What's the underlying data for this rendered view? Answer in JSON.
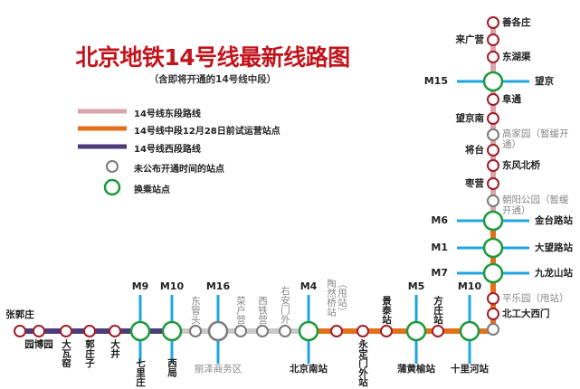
{
  "title": "北京地铁14号线最新线路图",
  "subtitle": "（含即将开通的14号线中段）",
  "colors": {
    "east": "#d9a3ab",
    "middle": "#e2701a",
    "west": "#4d3b7a",
    "unopened": "#c9c9c9",
    "transfer_line": "#1fa6e0",
    "transfer_ring": "#1c9a3b",
    "station_ring": "#a21d2a",
    "grey_ring": "#7a7a7a",
    "title": "#c2141d"
  },
  "legend": [
    {
      "type": "line",
      "color": "#d9a3ab",
      "label": "14号线东段路线"
    },
    {
      "type": "line",
      "color": "#e2701a",
      "label": "14号线中段12月28日前试运营站点"
    },
    {
      "type": "line",
      "color": "#4d3b7a",
      "label": "14号线西段路线"
    },
    {
      "type": "grey-station",
      "label": "未公布开通时间的站点"
    },
    {
      "type": "transfer-station",
      "label": "换乘站点"
    }
  ],
  "stations": [
    {
      "name": "张郭庄",
      "type": "normal"
    },
    {
      "name": "园博园",
      "type": "normal"
    },
    {
      "name": "大瓦窑",
      "type": "normal"
    },
    {
      "name": "郭庄子",
      "type": "normal"
    },
    {
      "name": "大井",
      "type": "normal"
    },
    {
      "name": "七里庄",
      "type": "transfer",
      "line": "M9"
    },
    {
      "name": "西局",
      "type": "transfer",
      "line": "M10"
    },
    {
      "name": "东管头",
      "type": "grey"
    },
    {
      "name": "丽泽商务区",
      "type": "grey-transfer",
      "line": "M16"
    },
    {
      "name": "菜户营",
      "type": "grey"
    },
    {
      "name": "西铁营",
      "type": "grey"
    },
    {
      "name": "右安门外",
      "type": "grey"
    },
    {
      "name": "北京南站",
      "type": "transfer",
      "line": "M4"
    },
    {
      "name": "陶然桥站（甩站）",
      "type": "normal"
    },
    {
      "name": "永定门外站",
      "type": "normal"
    },
    {
      "name": "景泰站",
      "type": "normal"
    },
    {
      "name": "蒲黄榆站",
      "type": "transfer",
      "line": "M5"
    },
    {
      "name": "方庄站",
      "type": "normal"
    },
    {
      "name": "十里河站",
      "type": "transfer",
      "line": "M10"
    },
    {
      "name": "",
      "type": "grey"
    },
    {
      "name": "北工大西门",
      "type": "normal"
    },
    {
      "name": "平乐园（甩站）",
      "type": "normal"
    },
    {
      "name": "九龙山站",
      "type": "transfer",
      "line": "M7"
    },
    {
      "name": "大望路站",
      "type": "transfer",
      "line": "M1"
    },
    {
      "name": "金台路站",
      "type": "transfer",
      "line": "M6"
    },
    {
      "name": "朝阳公园（暂缓开通）",
      "type": "grey"
    },
    {
      "name": "枣营",
      "type": "normal"
    },
    {
      "name": "东风北桥",
      "type": "normal"
    },
    {
      "name": "将台",
      "type": "normal"
    },
    {
      "name": "高家园（暂缓开通）",
      "type": "grey"
    },
    {
      "name": "望京南",
      "type": "normal"
    },
    {
      "name": "阜通",
      "type": "normal"
    },
    {
      "name": "望京",
      "type": "transfer",
      "line": "M15"
    },
    {
      "name": "东湖渠",
      "type": "normal"
    },
    {
      "name": "来广营",
      "type": "normal"
    },
    {
      "name": "善各庄",
      "type": "normal"
    }
  ]
}
